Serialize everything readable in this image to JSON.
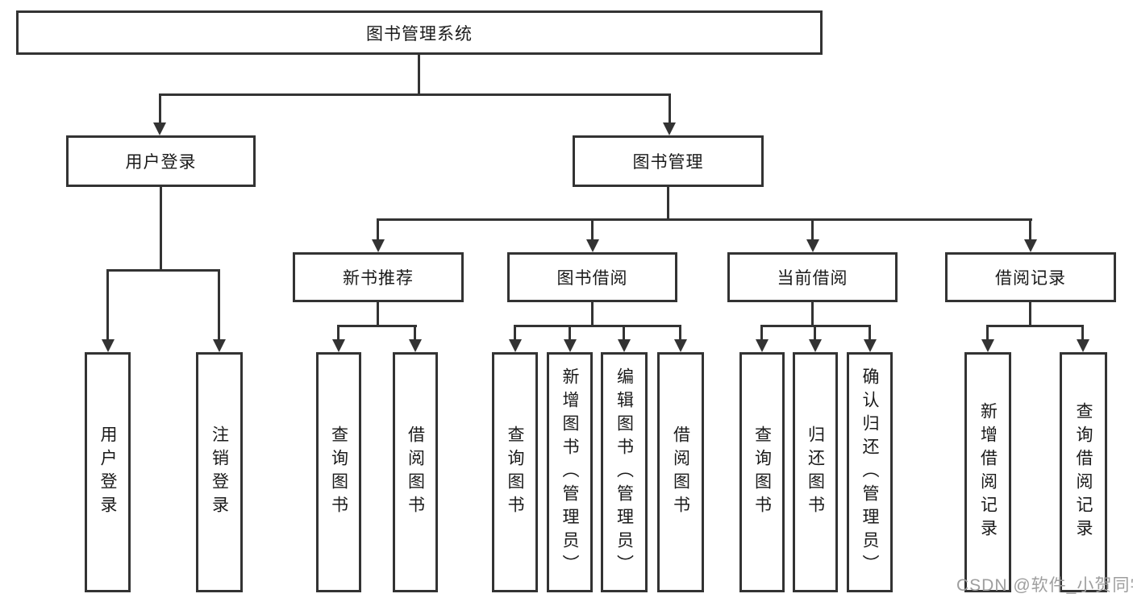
{
  "tree": {
    "root": "图书管理系统",
    "level2": [
      "用户登录",
      "图书管理"
    ],
    "level3": [
      "新书推荐",
      "图书借阅",
      "当前借阅",
      "借阅记录"
    ],
    "leaves_user_login": [
      "用户登录",
      "注销登录"
    ],
    "leaves_new_books": [
      "查询图书",
      "借阅图书"
    ],
    "leaves_book_borrow": [
      "查询图书",
      "新增图书（管理员）",
      "编辑图书（管理员）",
      "借阅图书"
    ],
    "leaves_current_borrow": [
      "查询图书",
      "归还图书",
      "确认归还（管理员）"
    ],
    "leaves_borrow_records": [
      "新增借阅记录",
      "查询借阅记录"
    ]
  },
  "watermark": "CSDN @软件_小贺同学",
  "colors": {
    "line": "#333333",
    "text": "#1a1a1a",
    "watermark": "#9e9e9e",
    "background": "#ffffff"
  }
}
